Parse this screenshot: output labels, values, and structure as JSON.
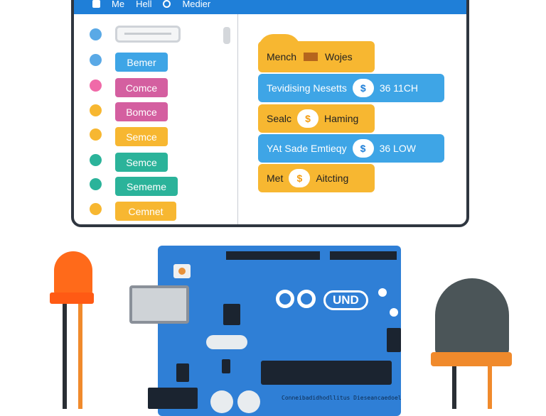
{
  "titlebar": {
    "items": [
      "Me",
      "Hell",
      "Medier"
    ]
  },
  "palette": {
    "categories": [
      {
        "label": "Bemer",
        "color": "#3ea5e6",
        "dot": "#5aa9e6"
      },
      {
        "label": "Comce",
        "color": "#d45fa0",
        "dot": "#f06aa8"
      },
      {
        "label": "Bomce",
        "color": "#d45fa0",
        "dot": "#f7b731"
      },
      {
        "label": "Semce",
        "color": "#f7b731",
        "dot": "#f7b731"
      },
      {
        "label": "Semce",
        "color": "#2bb39a",
        "dot": "#2bb39a"
      },
      {
        "label": "Sememe",
        "color": "#2bb39a",
        "dot": "#2bb39a"
      },
      {
        "label": "Cemnet",
        "color": "#f7b731",
        "dot": "#f7b731"
      }
    ]
  },
  "scripts": {
    "blocks": [
      {
        "type": "hat-orange",
        "text_a": "Mench",
        "text_b": "Wojes"
      },
      {
        "type": "blue",
        "text_a": "Tevidising Nesetts",
        "pill": "$",
        "text_b": "36  11CH"
      },
      {
        "type": "orange",
        "text_a": "Sealc",
        "pill": "$",
        "text_b": "Haming"
      },
      {
        "type": "blue",
        "text_a": "YAt Sade Emtieqy",
        "pill": "$",
        "text_b": "36  LOW"
      },
      {
        "type": "orange",
        "text_a": "Met",
        "pill": "$",
        "text_b": "Aitcting"
      }
    ]
  },
  "board": {
    "name": "UND",
    "silkscreen": "Conneibadidhodllitus   Dieseancaedoel"
  },
  "colors": {
    "accent": "#1f7fd8",
    "board": "#2f7fd6",
    "led_red": "#ff6a1a",
    "led_gray": "#4b5558"
  }
}
